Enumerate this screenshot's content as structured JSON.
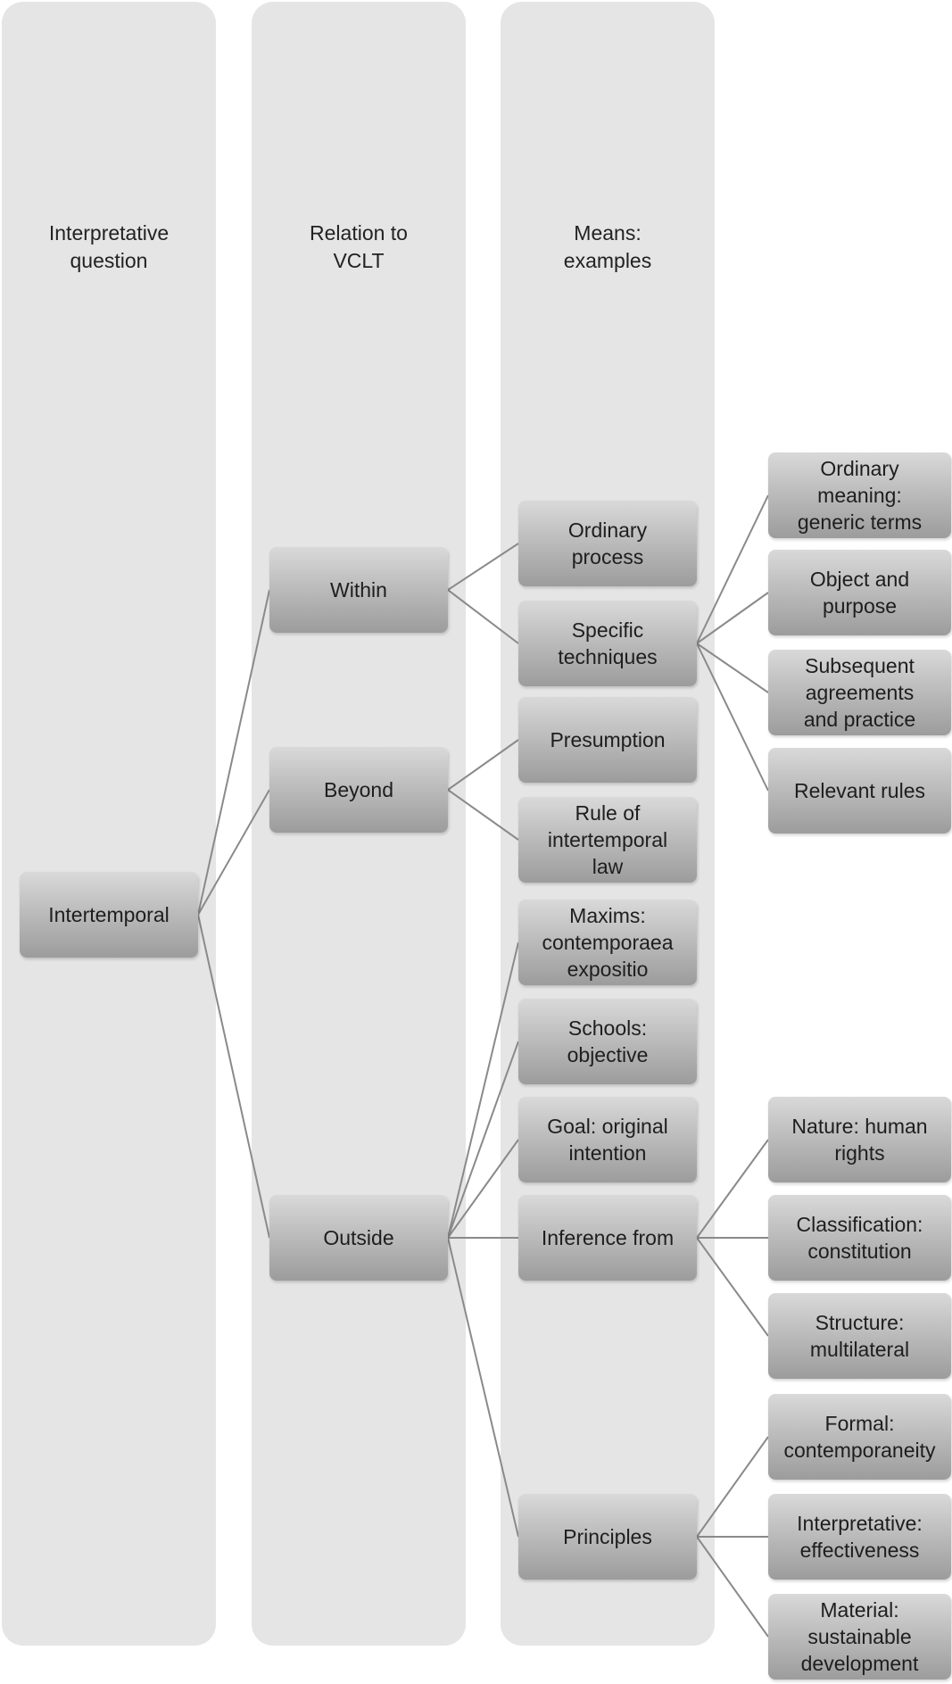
{
  "columns": {
    "question": "Interpretative\nquestion",
    "relation": "Relation to\nVCLT",
    "means": "Means:\nexamples"
  },
  "nodes": {
    "intertemporal": "Intertemporal",
    "within": "Within",
    "beyond": "Beyond",
    "outside": "Outside",
    "ordinary_process": "Ordinary\nprocess",
    "specific_techniques": "Specific\ntechniques",
    "presumption": "Presumption",
    "rule_intertemporal": "Rule of\nintertemporal\nlaw",
    "maxims": "Maxims:\ncontemporaea\nexpositio",
    "schools": "Schools:\nobjective",
    "goal": "Goal: original\nintention",
    "inference": "Inference from",
    "principles": "Principles",
    "ordinary_meaning": "Ordinary\nmeaning:\ngeneric terms",
    "object_purpose": "Object and\npurpose",
    "subsequent": "Subsequent\nagreements\nand practice",
    "relevant_rules": "Relevant rules",
    "nature": "Nature: human\nrights",
    "classification": "Classification:\nconstitution",
    "structure": "Structure:\nmultilateral",
    "formal": "Formal:\ncontemporaneity",
    "interpretative": "Interpretative:\neffectiveness",
    "material": "Material:\nsustainable\ndevelopment"
  }
}
